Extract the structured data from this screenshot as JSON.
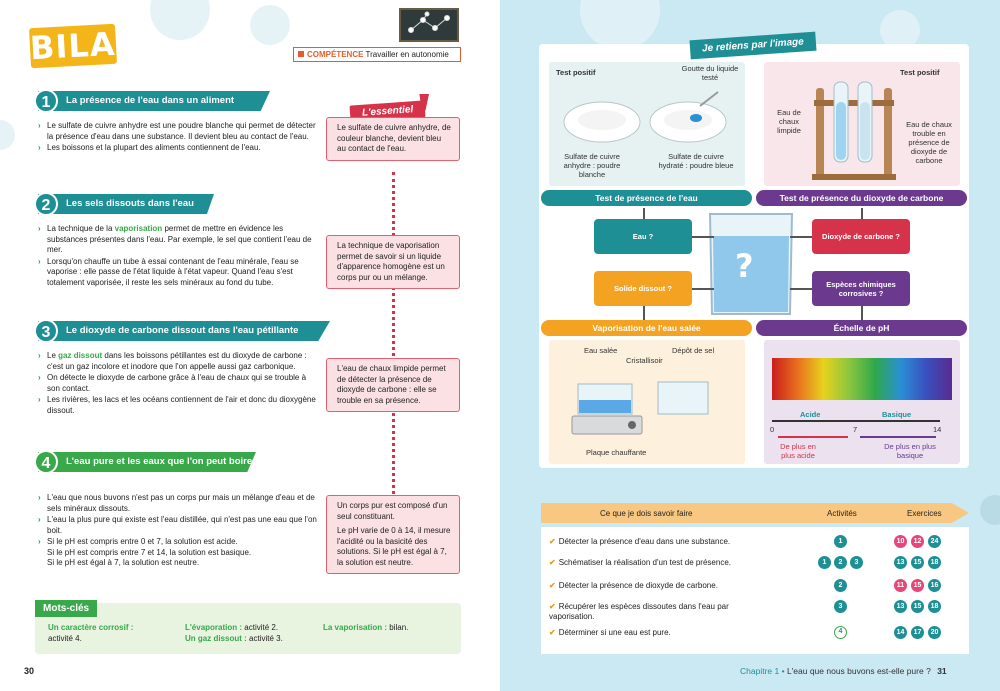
{
  "left_page": {
    "title": "BILAN",
    "competence_label": "COMPÉTENCE",
    "competence_text": "Travailler en autonomie",
    "essentiel_label": "L'essentiel",
    "sections": [
      {
        "num": "1",
        "title": "La présence de l'eau dans un aliment",
        "bullets": [
          "Le sulfate de cuivre anhydre est une poudre blanche qui permet de détecter la présence d'eau dans une substance. Il devient bleu au contact de l'eau.",
          "Les boissons et la plupart des aliments contiennent de l'eau."
        ],
        "essentiel": "Le sulfate de cuivre anhydre, de couleur blanche, devient bleu au contact de l'eau."
      },
      {
        "num": "2",
        "title": "Les sels dissouts dans l'eau",
        "bullets": [
          "La technique de la",
          "vaporisation",
          "permet de mettre en évidence les substances présentes dans l'eau. Par exemple, le sel que contient l'eau de mer.",
          "Lorsqu'on chauffe un tube à essai contenant de l'eau minérale, l'eau se vaporise : elle passe de l'état liquide à l'état vapeur. Quand l'eau s'est totalement vaporisée, il reste les sels minéraux au fond du tube."
        ],
        "essentiel": "La technique de vaporisation permet de savoir si un liquide d'apparence homogène est un corps pur ou un mélange."
      },
      {
        "num": "3",
        "title": "Le dioxyde de carbone dissout dans l'eau pétillante",
        "bullets": [
          "Le",
          "gaz dissout",
          "dans les boissons pétillantes est du dioxyde de carbone : c'est un gaz incolore et inodore que l'on appelle aussi gaz carbonique.",
          "On détecte le dioxyde de carbone grâce à l'eau de chaux qui se trouble à son contact.",
          "Les rivières, les lacs et les océans contiennent de l'air et donc du dioxygène dissout."
        ],
        "essentiel": "L'eau de chaux limpide permet de détecter la présence de dioxyde de carbone : elle se trouble en sa présence."
      },
      {
        "num": "4",
        "title": "L'eau pure et les eaux que l'on peut boire",
        "bullets": [
          "L'eau que nous buvons n'est pas un corps pur mais un mélange d'eau et de sels minéraux dissouts.",
          "L'eau la plus pure qui existe est l'eau distillée, qui n'est pas une eau que l'on boit.",
          "Si le pH est compris entre 0 et 7, la solution est acide.",
          "Si le pH est compris entre 7 et 14, la solution est basique.",
          "Si le pH est égal à 7, la solution est neutre."
        ],
        "essentiel_a": "Un corps pur est composé d'un seul constituant.",
        "essentiel_b": "Le pH varie de 0 à 14, il mesure l'acidité ou la basicité des solutions. Si le pH est égal à 7, la solution est neutre."
      }
    ],
    "mots_cles": {
      "title": "Mots-clés",
      "items": [
        {
          "key": "Un caractère corrosif :",
          "ref": "activité 4."
        },
        {
          "key": "L'évaporation :",
          "ref": "activité 2."
        },
        {
          "key": "Un gaz dissout :",
          "ref": "activité 3."
        },
        {
          "key": "La vaporisation :",
          "ref": "bilan."
        }
      ]
    },
    "page_number": "30"
  },
  "right_page": {
    "image_title": "Je retiens par l'image",
    "top_left": {
      "test_positif": "Test positif",
      "goutte": "Goutte du liquide testé",
      "anhydre": "Sulfate de cuivre anhydre : poudre blanche",
      "hydrate": "Sulfate de cuivre hydraté : poudre bleue"
    },
    "top_right": {
      "test_positif": "Test positif",
      "eau_chaux_limpide": "Eau de chaux limpide",
      "eau_chaux_trouble": "Eau de chaux trouble en présence de dioxyde de carbone"
    },
    "headers": {
      "test_eau": "Test de présence de l'eau",
      "test_co2": "Test de présence du dioxyde de carbone",
      "vaporisation": "Vaporisation de l'eau salée",
      "ph": "Échelle de pH"
    },
    "nodes": {
      "eau": "Eau ?",
      "solide": "Solide dissout ?",
      "co2": "Dioxyde de carbone ?",
      "corrosives": "Espèces chimiques corrosives ?",
      "question": "?"
    },
    "bottom_left": {
      "eau_salee": "Eau salée",
      "cristallisoir": "Cristallisoir",
      "depot": "Dépôt de sel",
      "plaque": "Plaque chauffante"
    },
    "bottom_right": {
      "acide": "Acide",
      "basique": "Basique",
      "t0": "0",
      "t7": "7",
      "t14": "14",
      "plus_acide": "De plus en plus acide",
      "plus_basique": "De plus en plus basique"
    },
    "table": {
      "col1": "Ce que je dois savoir faire",
      "col2": "Activités",
      "col3": "Exercices",
      "rows": [
        {
          "text": "Détecter la présence d'eau dans une substance.",
          "acts": [
            "1"
          ],
          "ex": [
            "10",
            "12",
            "24"
          ]
        },
        {
          "text": "Schématiser la réalisation d'un test de présence.",
          "acts": [
            "1",
            "2",
            "3"
          ],
          "ex": [
            "13",
            "15",
            "18"
          ]
        },
        {
          "text": "Détecter la présence de dioxyde de carbone.",
          "acts": [
            "2"
          ],
          "ex": [
            "11",
            "15",
            "16"
          ]
        },
        {
          "text": "Récupérer les espèces dissoutes dans l'eau par vaporisation.",
          "acts": [
            "3"
          ],
          "ex": [
            "13",
            "15",
            "18"
          ]
        },
        {
          "text": "Déterminer si une eau est pure.",
          "acts": [
            "4"
          ],
          "ex": [
            "14",
            "17",
            "20"
          ]
        }
      ]
    },
    "chapter_label": "Chapitre 1 •",
    "chapter_title": "L'eau que nous buvons est-elle pure ?",
    "page_number": "31",
    "colors": {
      "teal": "#1f8f96",
      "purple": "#6b3a8f",
      "orange": "#f3a321",
      "pink": "#d6334a",
      "green": "#38a84a"
    }
  }
}
